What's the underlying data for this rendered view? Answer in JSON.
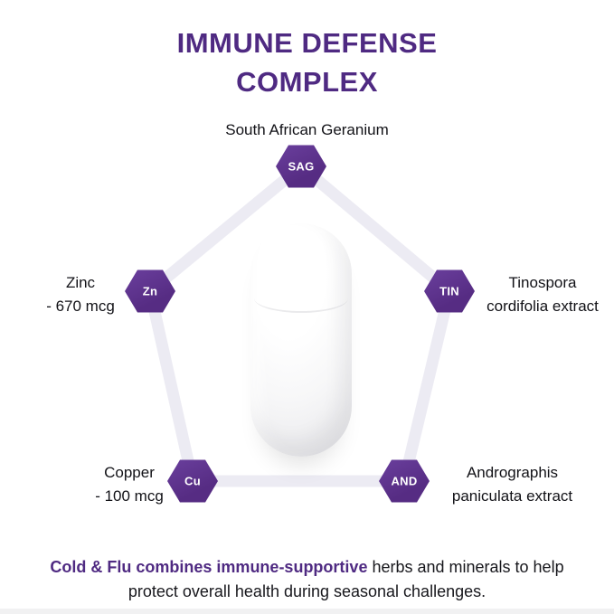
{
  "title": {
    "line1": "IMMUNE DEFENSE",
    "line2": "COMPLEX"
  },
  "diagram": {
    "nodes": [
      {
        "abbr": "SAG",
        "line1": "South African Geranium",
        "line2": ""
      },
      {
        "abbr": "TIN",
        "line1": "Tinospora",
        "line2": "cordifolia extract"
      },
      {
        "abbr": "AND",
        "line1": "Andrographis",
        "line2": "paniculata extract"
      },
      {
        "abbr": "Cu",
        "line1": "Copper",
        "line2": "- 100 mcg"
      },
      {
        "abbr": "Zn",
        "line1": "Zinc",
        "line2": "- 670 mcg"
      }
    ]
  },
  "footer": {
    "bold": "Cold & Flu combines immune-supportive",
    "regular": " herbs and minerals to help protect overall health during seasonal challenges."
  },
  "colors": {
    "purple": "#4F2A82",
    "badge": "#562C83",
    "pentagon": "#ECEBF3"
  }
}
